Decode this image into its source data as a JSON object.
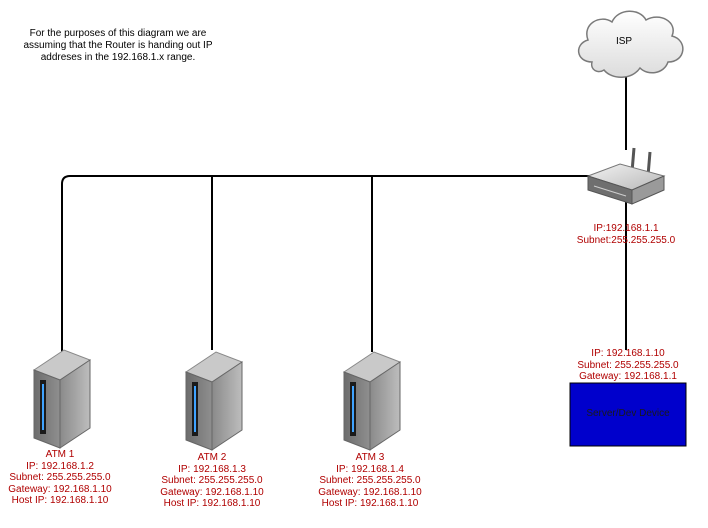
{
  "note": {
    "line1": "For the purposes of this diagram we are",
    "line2": "assuming that the Router is handing out IP",
    "line3": "addreses in the 192.168.1.x range."
  },
  "isp": {
    "label": "ISP"
  },
  "router": {
    "ip": "IP:192.168.1.1",
    "subnet": "Subnet:255.255.255.0"
  },
  "server_device": {
    "label": "Server/Dev Device",
    "ip": "IP: 192.168.1.10",
    "subnet": "Subnet: 255.255.255.0",
    "gateway": "Gateway: 192.168.1.1"
  },
  "atms": [
    {
      "name": "ATM 1",
      "ip": "IP: 192.168.1.2",
      "subnet": "Subnet: 255.255.255.0",
      "gateway": "Gateway: 192.168.1.10",
      "host_ip": "Host IP: 192.168.1.10"
    },
    {
      "name": "ATM 2",
      "ip": "IP: 192.168.1.3",
      "subnet": "Subnet: 255.255.255.0",
      "gateway": "Gateway: 192.168.1.10",
      "host_ip": "Host IP: 192.168.1.10"
    },
    {
      "name": "ATM 3",
      "ip": "IP: 192.168.1.4",
      "subnet": "Subnet: 255.255.255.0",
      "gateway": "Gateway: 192.168.1.10",
      "host_ip": "Host IP: 192.168.1.10"
    }
  ],
  "colors": {
    "label_text": "#b00000",
    "device_fill": "#0000cc",
    "line": "#000000"
  }
}
